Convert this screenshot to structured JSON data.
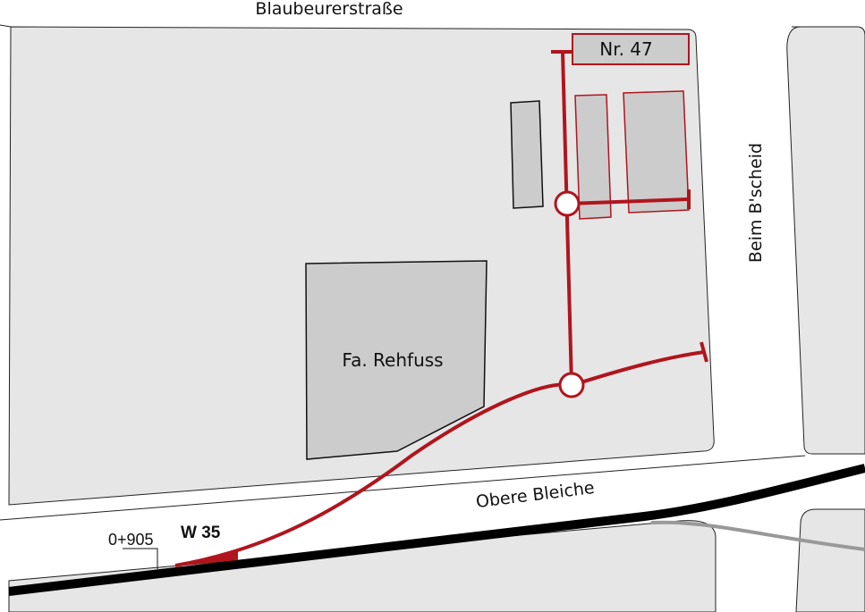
{
  "labels": {
    "street_north": "Blaubeurerstraße",
    "street_east": "Beim B'scheid",
    "street_south": "Obere Bleiche",
    "building_main": "Fa. Rehfuss",
    "building_nr": "Nr. 47",
    "switch_id": "W 35",
    "chainage": "0+905"
  },
  "colors": {
    "siding_track": "#b0151e",
    "main_track": "#000000",
    "secondary_track": "#999999",
    "block_fill": "#e6e6e6",
    "building_fill": "#cccccc",
    "building_outline": "#111111",
    "node_fill": "#ffffff"
  }
}
